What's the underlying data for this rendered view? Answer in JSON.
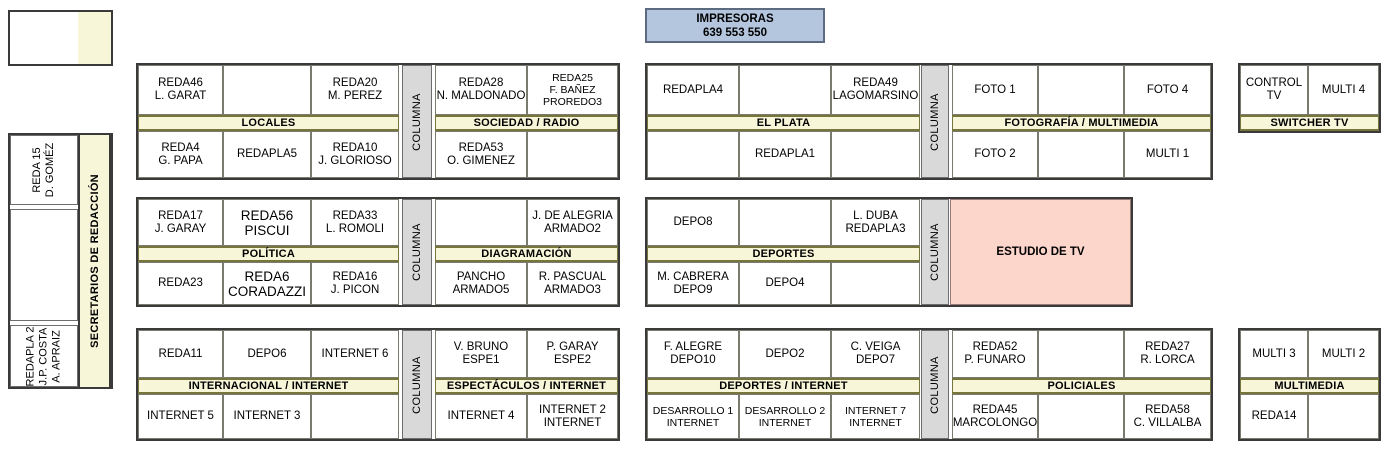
{
  "colors": {
    "band": "#f8f6d8",
    "band_border": "#76763c",
    "columna": "#d9d9d9",
    "printers": "#b4c6dd",
    "studio": "#fcd5cb",
    "frame": "#3a3a3a"
  },
  "printers": {
    "title": "IMPRESORAS",
    "codes": "639  553  550"
  },
  "columna_label": "COLUMNA",
  "sidebar": {
    "band_label": "SECRETARIOS DE REDACCIÓN",
    "top_box": "",
    "cells": [
      "REDA 15\nD. GOMÉZ",
      "",
      "REDAPLA 2\nJ.P. COSTA\nA. APRAIZ"
    ]
  },
  "groups": [
    {
      "id": "locales",
      "label": "LOCALES",
      "top": [
        "REDA46\nL. GARAT",
        "",
        "REDA20\nM. PEREZ"
      ],
      "bottom": [
        "REDA4\nG. PAPA",
        "REDAPLA5",
        "REDA10\nJ. GLORIOSO"
      ]
    },
    {
      "id": "sociedad-radio",
      "label": "SOCIEDAD / RADIO",
      "top": [
        "REDA28\nN. MALDONADO",
        "REDA25\nF. BAÑEZ\nPROREDO3"
      ],
      "bottom": [
        "REDA53\nO. GIMENEZ",
        ""
      ]
    },
    {
      "id": "el-plata",
      "label": "EL PLATA",
      "top": [
        "REDAPLA4",
        "",
        "REDA49\nLAGOMARSINO"
      ],
      "bottom": [
        "",
        "REDAPLA1",
        ""
      ]
    },
    {
      "id": "fotografia-multimedia",
      "label": "FOTOGRAFÍA / MULTIMEDIA",
      "top": [
        "FOTO 1",
        "",
        "FOTO 4"
      ],
      "bottom": [
        "FOTO 2",
        "",
        "MULTI 1"
      ]
    },
    {
      "id": "switcher-tv",
      "label": "SWITCHER TV",
      "top": [
        "CONTROL TV",
        "MULTI 4"
      ],
      "bottom": []
    },
    {
      "id": "politica",
      "label": "POLÍTICA",
      "top": [
        "REDA17\nJ. GARAY",
        "REDA56\nPISCUI",
        "REDA33\nL. ROMOLI"
      ],
      "bottom": [
        "REDA23",
        "REDA6\nCORADAZZI",
        "REDA16\nJ. PICON"
      ]
    },
    {
      "id": "diagramacion",
      "label": "DIAGRAMACIÓN",
      "top": [
        "",
        "J. DE ALEGRIA\nARMADO2"
      ],
      "bottom": [
        "PANCHO\nARMADO5",
        "R. PASCUAL\nARMADO3"
      ]
    },
    {
      "id": "deportes",
      "label": "DEPORTES",
      "top": [
        "DEPO8",
        "",
        "L. DUBA\nREDAPLA3"
      ],
      "bottom": [
        "M. CABRERA\nDEPO9",
        "DEPO4",
        ""
      ]
    },
    {
      "id": "estudio-de-tv",
      "label": "ESTUDIO DE TV",
      "top": [],
      "bottom": []
    },
    {
      "id": "internacional-internet",
      "label": "INTERNACIONAL / INTERNET",
      "top": [
        "REDA11",
        "DEPO6",
        "INTERNET 6"
      ],
      "bottom": [
        "INTERNET 5",
        "INTERNET 3",
        ""
      ]
    },
    {
      "id": "espectaculos-internet",
      "label": "ESPECTÁCULOS / INTERNET",
      "top": [
        "V. BRUNO\nESPE1",
        "P. GARAY\nESPE2"
      ],
      "bottom": [
        "INTERNET 4",
        "INTERNET 2\nINTERNET"
      ]
    },
    {
      "id": "deportes-internet",
      "label": "DEPORTES / INTERNET",
      "top": [
        "F. ALEGRE\nDEPO10",
        "DEPO2",
        "C. VEIGA\nDEPO7"
      ],
      "bottom": [
        "DESARROLLO 1\nINTERNET",
        "DESARROLLO 2\nINTERNET",
        "INTERNET 7\nINTERNET"
      ]
    },
    {
      "id": "policiales",
      "label": "POLICIALES",
      "top": [
        "REDA52\nP. FUNARO",
        "",
        "REDA27\nR. LORCA"
      ],
      "bottom": [
        "REDA45\nMARCOLONGO",
        "",
        "REDA58\nC. VILLALBA"
      ]
    },
    {
      "id": "multimedia",
      "label": "MULTIMEDIA",
      "top": [
        "MULTI 3",
        "MULTI 2"
      ],
      "bottom": [
        "REDA14",
        ""
      ]
    }
  ]
}
